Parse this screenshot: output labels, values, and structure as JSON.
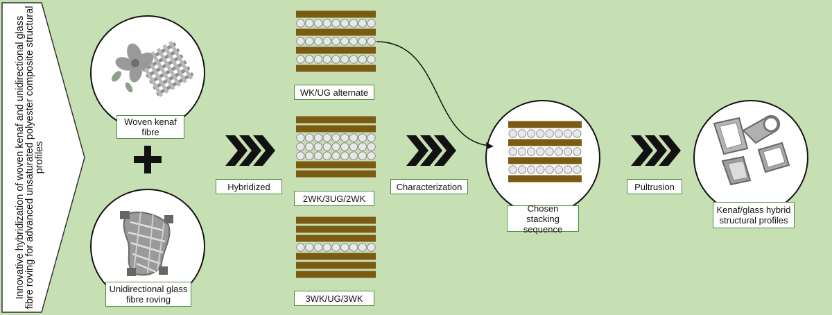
{
  "title": "Innovative hybridization of woven kenaf and unidirectional glass fibre roving for advanced unsaturated polyester composite structural profiles",
  "materials": {
    "kenaf_label": "Woven kenaf fibre",
    "glass_label": "Unidirectional glass fibre roving"
  },
  "steps": {
    "hybridized": "Hybridized",
    "characterization": "Characterization",
    "pultrusion": "Pultrusion"
  },
  "stackings": [
    {
      "label": "WK/UG alternate",
      "layers": [
        "WK",
        "UG",
        "WK",
        "UG",
        "WK",
        "UG",
        "WK"
      ]
    },
    {
      "label": "2WK/3UG/2WK",
      "layers": [
        "WK",
        "WK",
        "UG",
        "UG",
        "UG",
        "WK",
        "WK"
      ]
    },
    {
      "label": "3WK/UG/3WK",
      "layers": [
        "WK",
        "WK",
        "WK",
        "UG",
        "WK",
        "WK",
        "WK"
      ]
    }
  ],
  "chosen_label": "Chosen stacking sequence",
  "result_label": "Kenaf/glass hybrid structural profiles",
  "colors": {
    "background": "#c6e0b4",
    "kenaf_layer": "#7b5a12",
    "glass_layer": "#e8e8e8",
    "arrow": "#1a1a1a"
  }
}
